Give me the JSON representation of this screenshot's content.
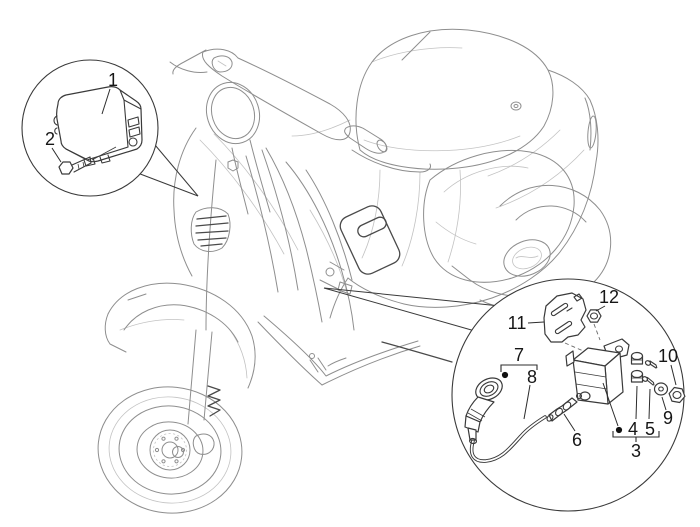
{
  "diagram": {
    "kind": "exploded-parts-diagram",
    "subject": "scooter-electrical-devices",
    "background": "#ffffff"
  },
  "colors": {
    "scooter_line": "#8e8e8e",
    "scooter_mesh": "#c2c2c2",
    "scooter_accent": "#4a4a4a",
    "part_line": "#3a3a3a",
    "label_text": "#161616",
    "callout_stroke": "#3a3a3a"
  },
  "callout_a": {
    "name": "front-shield-detail",
    "parts": [
      {
        "label": "1",
        "name": "voltage-regulator-box"
      },
      {
        "label": "2",
        "name": "flanged-bolt"
      }
    ]
  },
  "callout_b": {
    "name": "ignition-coil-detail",
    "parts": [
      {
        "label": "3",
        "name": "coil-assembly-group"
      },
      {
        "label": "4",
        "name": "rubber-spacers"
      },
      {
        "label": "5",
        "name": "screws"
      },
      {
        "label": "6",
        "name": "cable-connector"
      },
      {
        "label": "7",
        "name": "spark-plug-cap-group"
      },
      {
        "label": "8",
        "name": "spark-plug-cable"
      },
      {
        "label": "9",
        "name": "washer"
      },
      {
        "label": "10",
        "name": "nut"
      },
      {
        "label": "11",
        "name": "mounting-bracket"
      },
      {
        "label": "12",
        "name": "small-nut"
      }
    ]
  }
}
